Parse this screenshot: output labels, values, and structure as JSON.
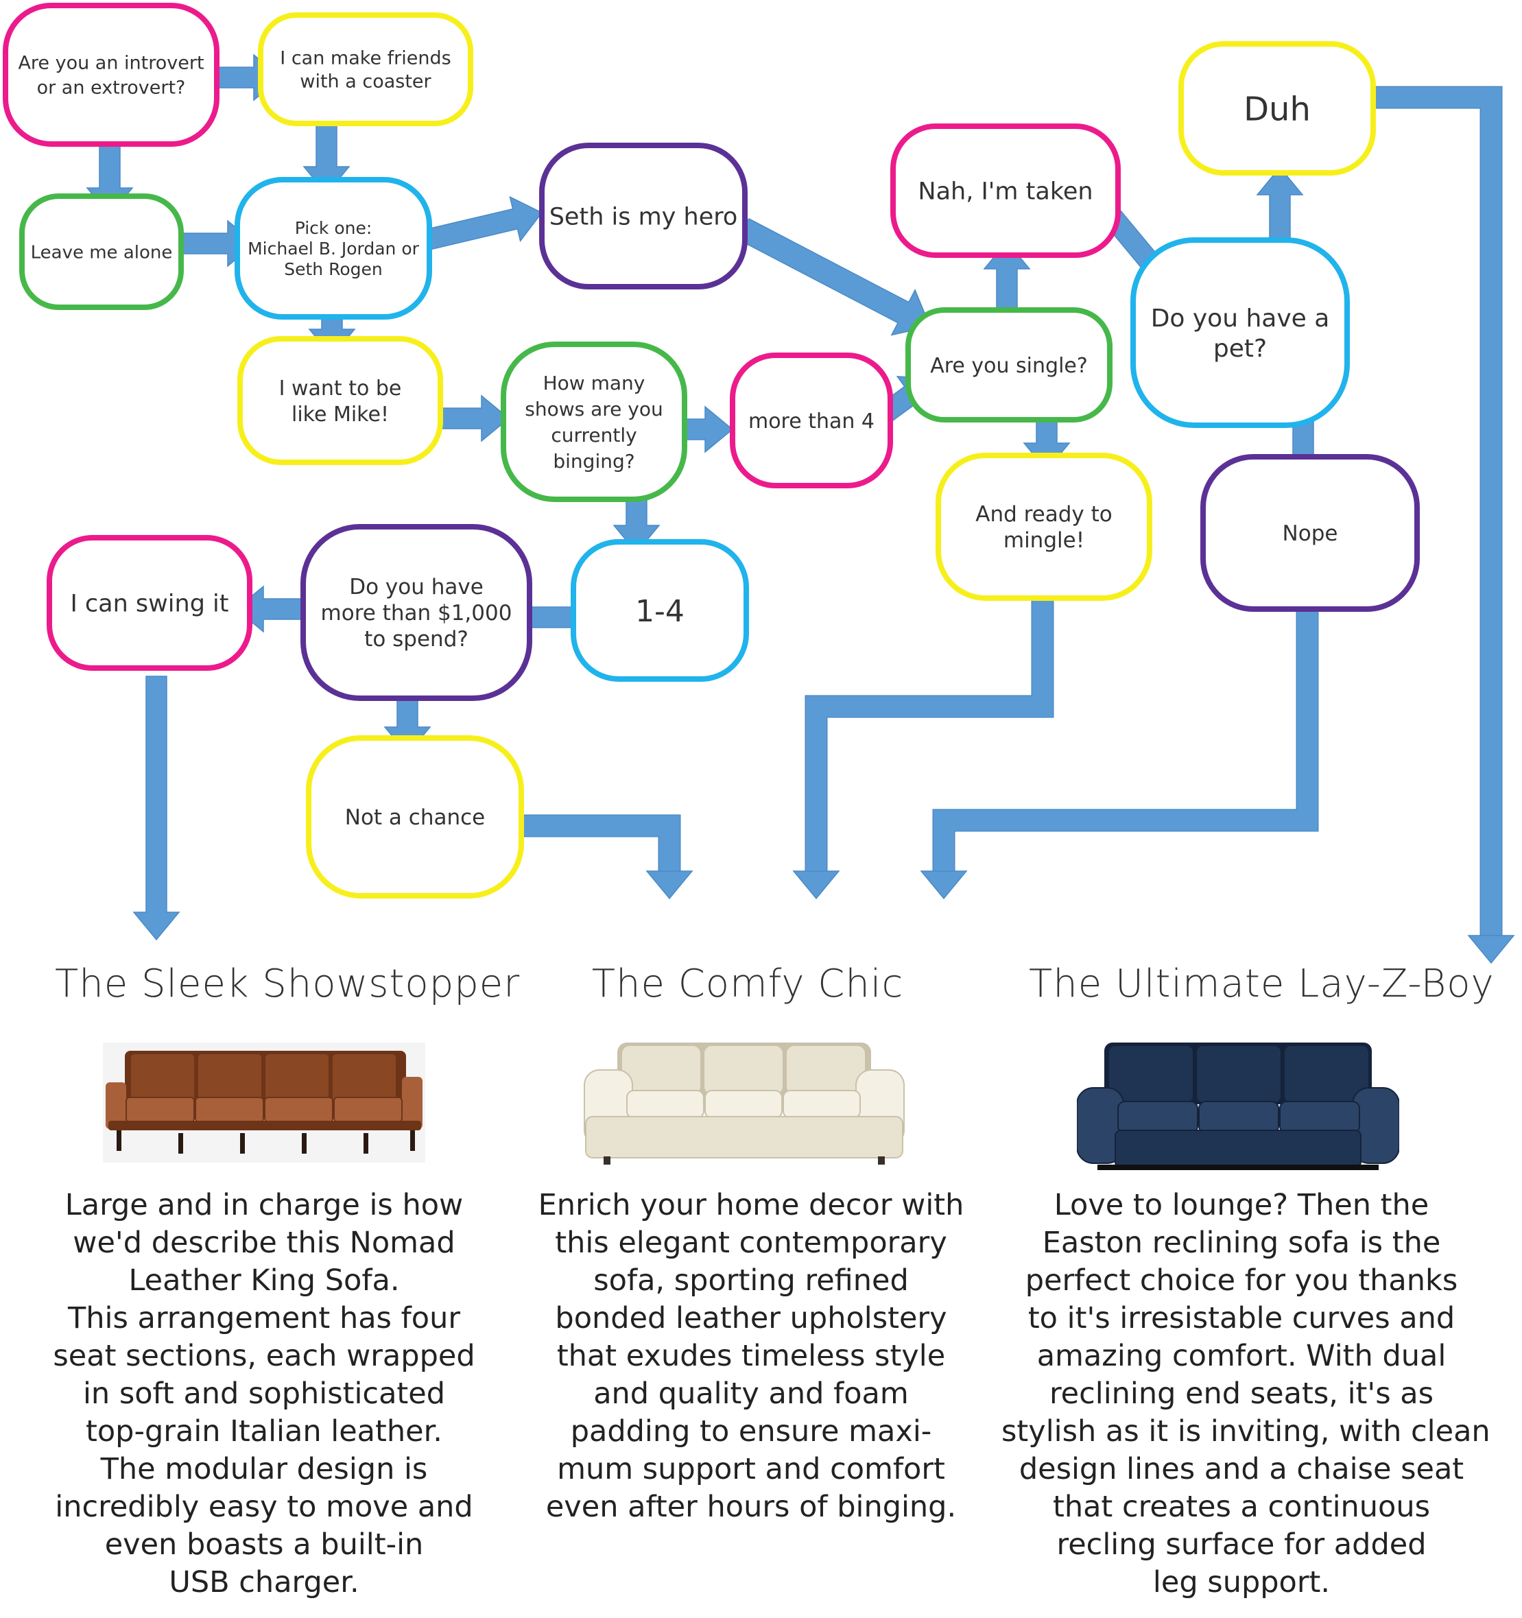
{
  "colors": {
    "magenta": "#ec1b8c",
    "yellow": "#f7ef1b",
    "green": "#46b84a",
    "cyan": "#20b3ec",
    "purple": "#5b3196",
    "arrow": "#5b9bd5",
    "arrow_edge": "#4a8ac6",
    "text": "#333333"
  },
  "flowchart": {
    "nodes": [
      {
        "id": "introvert",
        "color": "magenta",
        "lines": [
          "Are you an introvert",
          "or an extrovert?"
        ]
      },
      {
        "id": "coaster",
        "color": "yellow",
        "lines": [
          "I can make friends",
          "with a coaster"
        ]
      },
      {
        "id": "leave",
        "color": "green",
        "lines": [
          "Leave me alone"
        ]
      },
      {
        "id": "pick",
        "color": "cyan",
        "lines": [
          "Pick one:",
          "Michael B. Jordan or",
          "Seth Rogen"
        ]
      },
      {
        "id": "seth",
        "color": "purple",
        "lines": [
          "Seth is my hero"
        ]
      },
      {
        "id": "mike",
        "color": "yellow",
        "lines": [
          "I want to be",
          "like Mike!"
        ]
      },
      {
        "id": "shows",
        "color": "green",
        "lines": [
          "How many",
          "shows are you",
          "currently",
          "binging?"
        ]
      },
      {
        "id": "more4",
        "color": "magenta",
        "lines": [
          "more than 4"
        ]
      },
      {
        "id": "single",
        "color": "green",
        "lines": [
          "Are you single?"
        ]
      },
      {
        "id": "taken",
        "color": "magenta",
        "lines": [
          "Nah, I'm taken"
        ]
      },
      {
        "id": "pet",
        "color": "cyan",
        "lines": [
          "Do you have a",
          "pet?"
        ]
      },
      {
        "id": "duh",
        "color": "yellow",
        "lines": [
          "Duh"
        ]
      },
      {
        "id": "mingle",
        "color": "yellow",
        "lines": [
          "And ready to",
          "mingle!"
        ]
      },
      {
        "id": "nope",
        "color": "purple",
        "lines": [
          "Nope"
        ]
      },
      {
        "id": "range",
        "color": "cyan",
        "lines": [
          "1-4"
        ]
      },
      {
        "id": "money",
        "color": "purple",
        "lines": [
          "Do you have",
          "more than $1,000",
          "to spend?"
        ]
      },
      {
        "id": "swing",
        "color": "magenta",
        "lines": [
          "I can swing it"
        ]
      },
      {
        "id": "nochance",
        "color": "yellow",
        "lines": [
          "Not a chance"
        ]
      }
    ]
  },
  "products": [
    {
      "id": "sleek",
      "title": "The Sleek Showstopper",
      "sofa": {
        "color": "#8a4724",
        "shade": "#6d3418",
        "highlight": "#a8603a",
        "legs": "#2a1a12",
        "style": "modular"
      },
      "description": [
        "Large and in charge is how",
        "we'd describe this Nomad",
        "Leather King Sofa.",
        "This arrangement has four",
        "seat sections, each wrapped",
        "in soft and sophisticated",
        "top-grain Italian leather.",
        "The modular design is",
        "incredibly easy to move and",
        "even boasts a built-in",
        "USB charger."
      ]
    },
    {
      "id": "comfy",
      "title": "The Comfy Chic",
      "sofa": {
        "color": "#e8e2d0",
        "shade": "#c9c1aa",
        "highlight": "#f4f0e4",
        "legs": "#3a3028",
        "style": "classic"
      },
      "description": [
        "Enrich your home decor with",
        "this elegant contemporary",
        "sofa, sporting refined",
        "bonded leather upholstery",
        "that exudes timeless style",
        "and quality and foam",
        "padding to ensure maxi-",
        "mum support and comfort",
        "even after hours of binging."
      ]
    },
    {
      "id": "ultimate",
      "title": "The Ultimate Lay-Z-Boy",
      "sofa": {
        "color": "#1f3352",
        "shade": "#14233b",
        "highlight": "#2c4468",
        "legs": "#101010",
        "style": "recliner"
      },
      "description": [
        "Love to lounge? Then the",
        "Easton reclining sofa is the",
        "perfect choice for you thanks",
        "to it's irresistable curves and",
        "amazing comfort. With dual",
        "reclining end seats, it's as",
        "stylish as it is inviting, with clean",
        "design lines and a chaise seat",
        "that creates a continuous",
        "recling surface for added",
        "leg support."
      ]
    }
  ]
}
